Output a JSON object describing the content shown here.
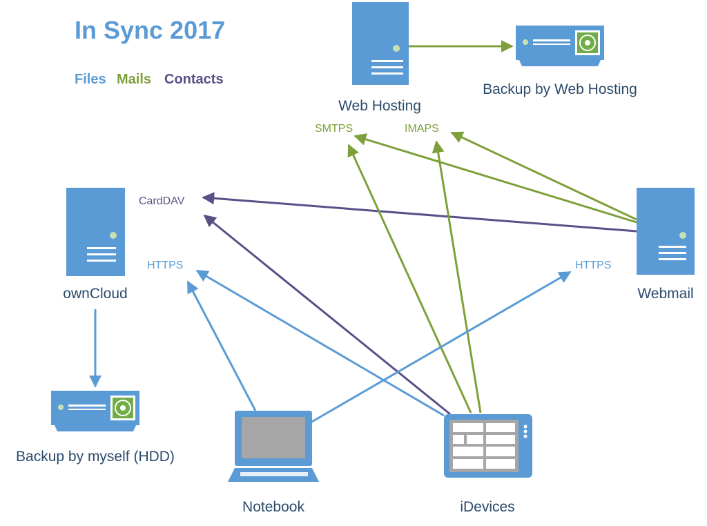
{
  "title": "In Sync 2017",
  "legend": {
    "files": "Files",
    "mails": "Mails",
    "contacts": "Contacts"
  },
  "colors": {
    "files": "#5b9bd5",
    "mails": "#7ea03a",
    "contacts": "#5a4f86",
    "device": "#5b9bd5",
    "label": "#2b4a6b",
    "screen": "#a6a6a6",
    "disc": "#70ad47"
  },
  "nodes": {
    "web_hosting": "Web Hosting",
    "backup_web_hosting": "Backup by Web Hosting",
    "owncloud": "ownCloud",
    "backup_myself": "Backup by myself (HDD)",
    "webmail": "Webmail",
    "notebook": "Notebook",
    "idevices": "iDevices"
  },
  "protocols": {
    "smtps": "SMTPS",
    "imaps": "IMAPS",
    "carddav": "CardDAV",
    "https_left": "HTTPS",
    "https_right": "HTTPS"
  },
  "icons": {
    "web_hosting": "server-icon",
    "owncloud": "server-icon",
    "webmail": "server-icon",
    "backup_web_hosting": "backup-drive-icon",
    "backup_myself": "backup-drive-icon",
    "notebook": "laptop-icon",
    "idevices": "tablet-icon"
  }
}
